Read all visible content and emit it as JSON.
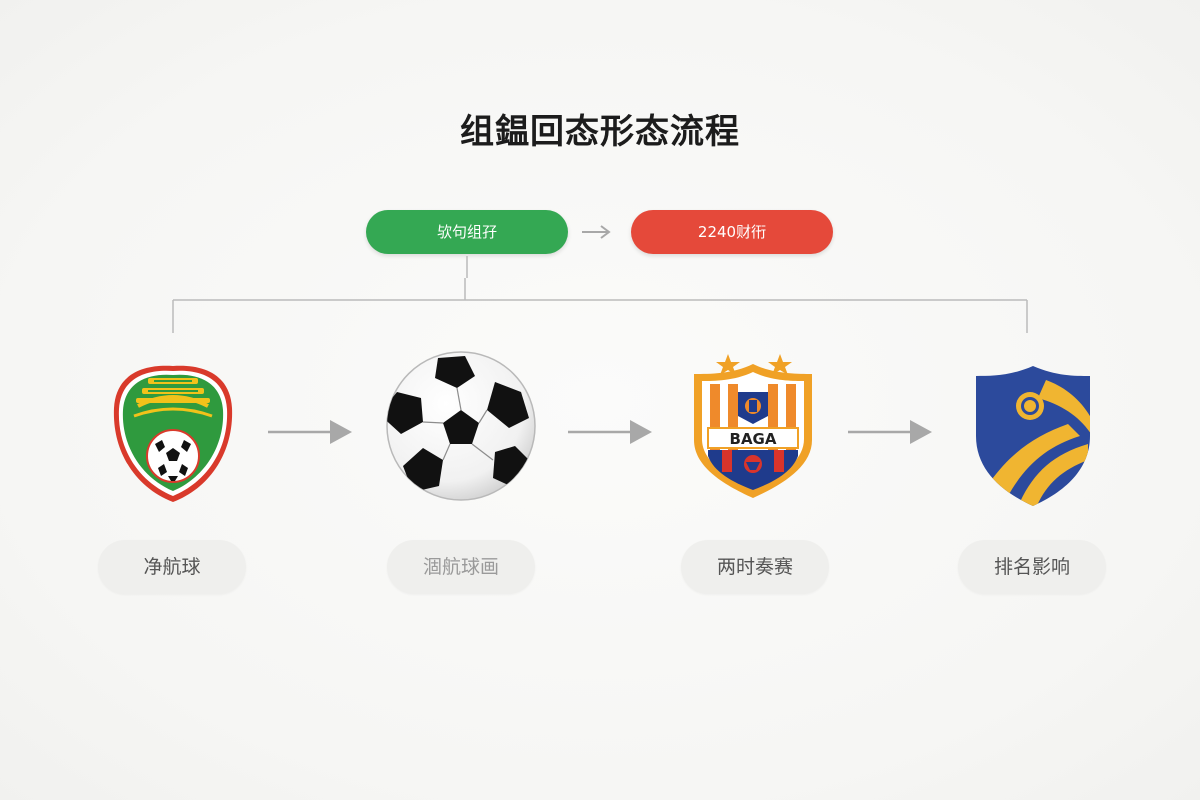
{
  "title": "组鎾回态形态流程",
  "pills": [
    {
      "label": "欤句组孖",
      "color": "#34a853"
    },
    {
      "label": "2240财衎",
      "color": "#e5493a"
    }
  ],
  "badges": [
    {
      "icon": "green-club-crest-icon",
      "label": "净航球"
    },
    {
      "icon": "soccer-ball-icon",
      "label": "涸航球画"
    },
    {
      "icon": "orange-striped-shield-icon",
      "label": "两时奏赛",
      "shield_text": "BAGA"
    },
    {
      "icon": "blue-gold-shield-icon",
      "label": "排名影响"
    }
  ],
  "colors": {
    "arrow": "#a8a8a8",
    "connector": "#b8b8b8",
    "label_bg": "#efefed"
  }
}
